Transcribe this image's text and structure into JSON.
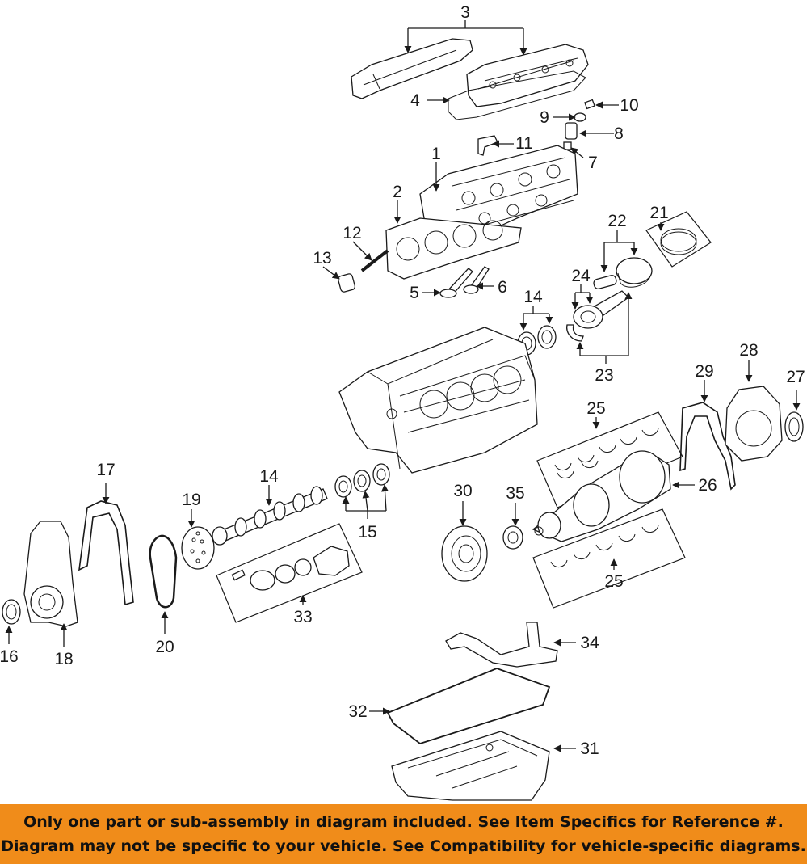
{
  "callouts": [
    "1",
    "2",
    "3",
    "4",
    "5",
    "6",
    "7",
    "8",
    "9",
    "10",
    "11",
    "12",
    "13",
    "14",
    "15",
    "15",
    "16",
    "17",
    "18",
    "19",
    "20",
    "21",
    "22",
    "23",
    "24",
    "25",
    "25",
    "26",
    "27",
    "28",
    "29",
    "30",
    "31",
    "32",
    "33",
    "34",
    "35"
  ],
  "footer": {
    "line1": "Only one part or sub-assembly in diagram included. See Item Specifics for Reference #.",
    "line2": "Diagram may not be specific to your vehicle. See Compatibility for vehicle-specific diagrams."
  },
  "colors": {
    "footer_bg": "#f08c1a",
    "ink": "#1a1a1a",
    "background": "#ffffff"
  }
}
